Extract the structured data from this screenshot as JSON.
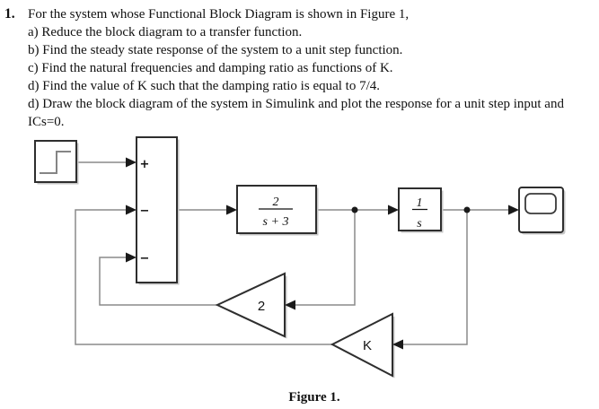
{
  "problem": {
    "number": "1.",
    "intro": "For the system whose Functional Block Diagram is shown in Figure 1,",
    "items": [
      "a) Reduce the block diagram to a transfer function.",
      "b) Find the steady state response of the system to a unit step function.",
      "c) Find the natural frequencies and damping ratio as functions of K.",
      "d) Find the value of K such that the damping ratio is equal to 7/4.",
      "d) Draw the block diagram of the system in Simulink and plot the response for a unit step input and ICs=0."
    ]
  },
  "diagram": {
    "caption": "Figure 1.",
    "sum": {
      "plus": "+",
      "minus_mid": "−",
      "minus_bot": "−"
    },
    "tf": {
      "num": "2",
      "den": "s + 3"
    },
    "integrator": {
      "num": "1",
      "den": "s"
    },
    "gain_inner": {
      "label": "2"
    },
    "gain_outer": {
      "label": "K"
    },
    "colors": {
      "line": "#8a8a8a",
      "border": "#2e2e2e",
      "arrow": "#1a1a1a",
      "shadow": "#c6c6c6",
      "ink": "#111111"
    }
  }
}
